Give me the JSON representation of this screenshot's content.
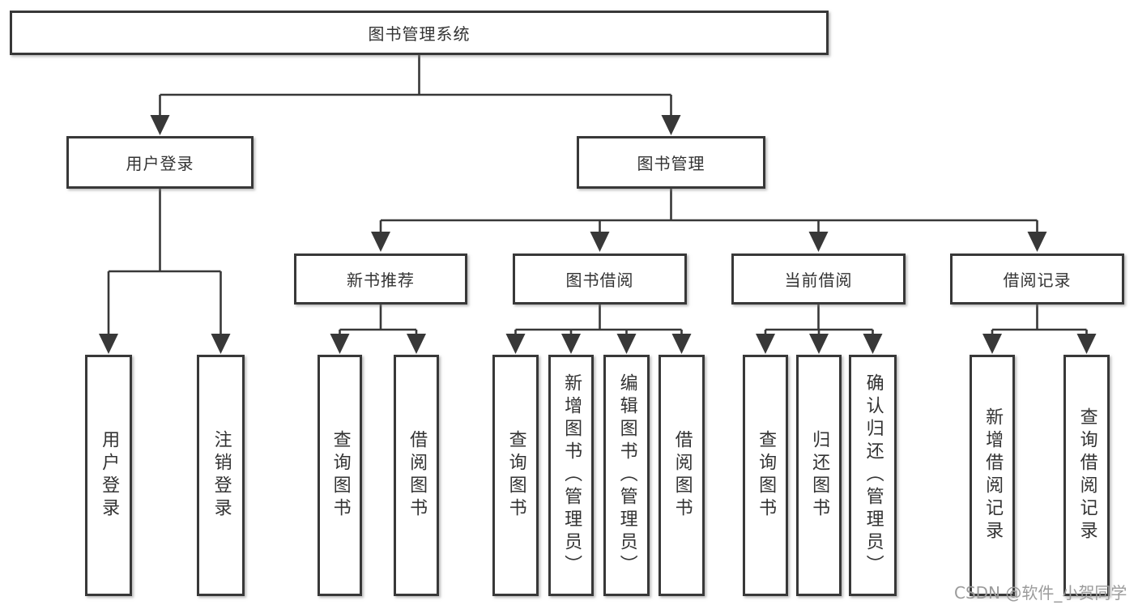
{
  "tree": {
    "label": "图书管理系统",
    "children": [
      {
        "label": "用户登录",
        "children": [
          {
            "label": "用户登录"
          },
          {
            "label": "注销登录"
          }
        ]
      },
      {
        "label": "图书管理",
        "children": [
          {
            "label": "新书推荐",
            "children": [
              {
                "label": "查询图书"
              },
              {
                "label": "借阅图书"
              }
            ]
          },
          {
            "label": "图书借阅",
            "children": [
              {
                "label": "查询图书"
              },
              {
                "label": "新增图书（管理员）"
              },
              {
                "label": "编辑图书（管理员）"
              },
              {
                "label": "借阅图书"
              }
            ]
          },
          {
            "label": "当前借阅",
            "children": [
              {
                "label": "查询图书"
              },
              {
                "label": "归还图书"
              },
              {
                "label": "确认归还（管理员）"
              }
            ]
          },
          {
            "label": "借阅记录",
            "children": [
              {
                "label": "新增借阅记录"
              },
              {
                "label": "查询借阅记录"
              }
            ]
          }
        ]
      }
    ]
  },
  "watermark": {
    "text": "CSDN @软件_小贺同学"
  },
  "colors": {
    "line": "#383838",
    "border": "#383838",
    "text": "#333333",
    "background": "#ffffff",
    "watermark": "#9b9b9b"
  }
}
